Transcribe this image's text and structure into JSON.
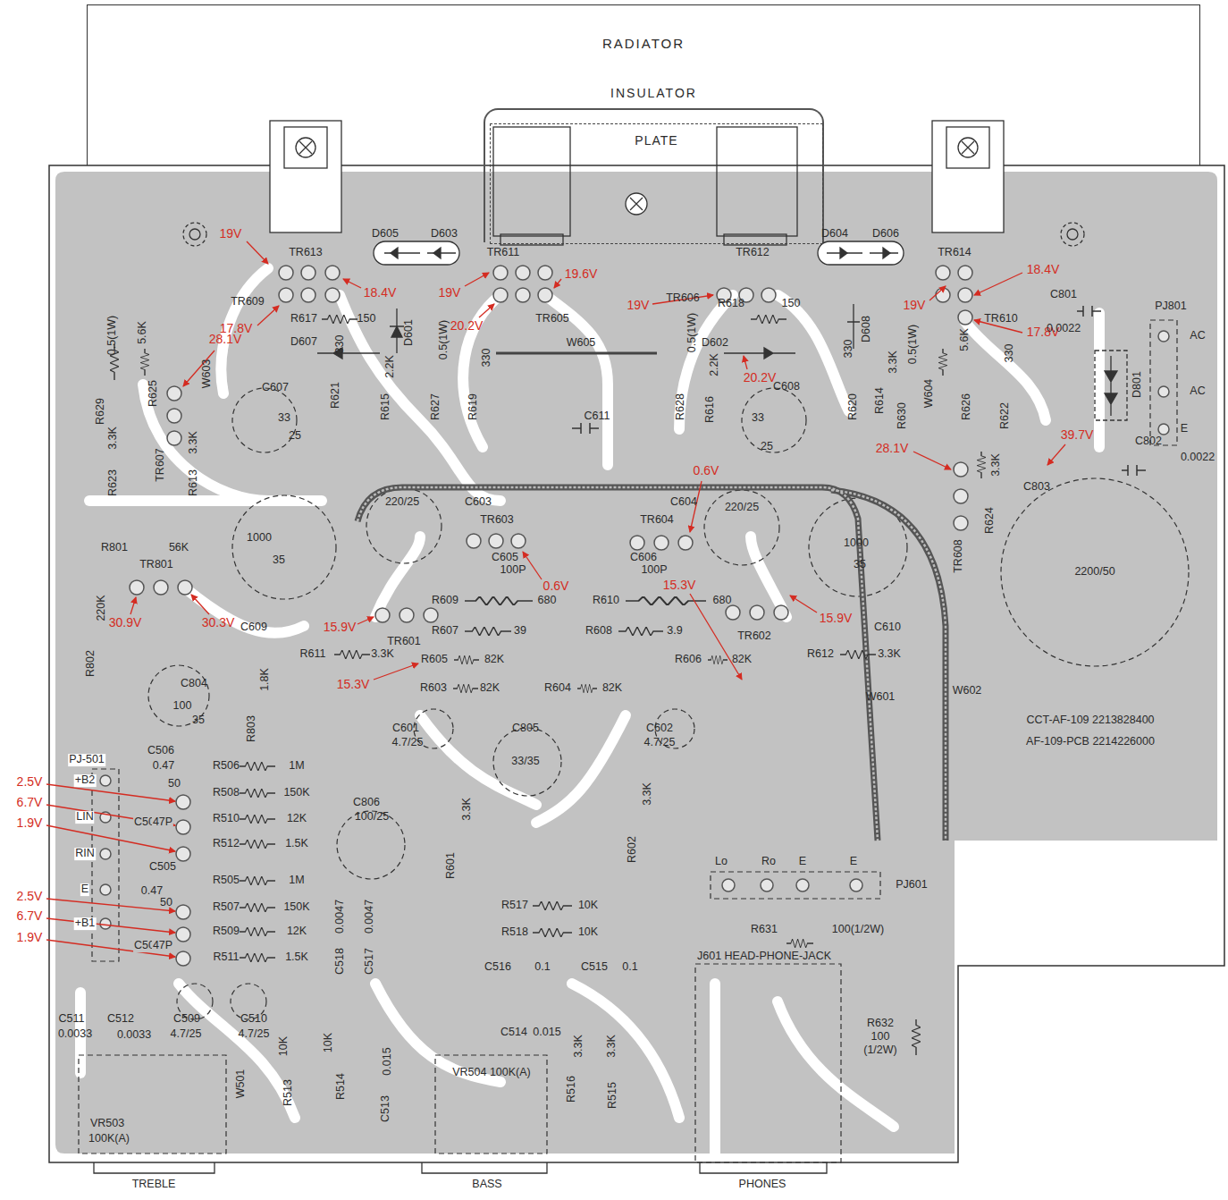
{
  "diagram": {
    "nodes": [
      {
        "text": [
          "RADIATOR"
        ]
      },
      {
        "text": [
          "INSULATOR"
        ],
        "in": 0
      },
      {
        "text": [
          "PLATE"
        ],
        "in": 1
      }
    ],
    "labels": [
      "D605",
      "D603",
      "TR613",
      "TR611",
      "TR612",
      "D604",
      "D606",
      "TR614",
      "19V",
      "18.4V",
      "TR609",
      "17.8V",
      "19V",
      "19.6V",
      "20.2V",
      "TR605",
      "19V",
      "TR606",
      "R618",
      "150",
      "R617",
      "150",
      "D601",
      "D607",
      "W605",
      "D608",
      "D602",
      "20.2V",
      "18.4V",
      "19V",
      "TR610",
      "17.8V",
      "C801",
      "0.0022",
      "PJ801",
      "AC",
      "AC",
      "E",
      "D801",
      "0.5(1W)",
      "5.6K",
      "R625",
      "W603",
      "28.1V",
      "C607",
      "33",
      "25",
      "330",
      "R621",
      "2.2K",
      "R615",
      "0.5(1W)",
      "R627",
      "330",
      "R619",
      "C611",
      "R629",
      "3.3K",
      "R623",
      "TR607",
      "3.3K",
      "R613",
      "0.5(1W)",
      "R628",
      "2.2K",
      "R616",
      "C608",
      "33",
      "25",
      "330",
      "R620",
      "3.3K",
      "R614",
      "0.5(1W)",
      "R630",
      "W604",
      "5.6K",
      "R626",
      "330",
      "R622",
      "39.7V",
      "C802",
      "0.0022",
      "28.1V",
      "3.3K",
      "R624",
      "TR608",
      "C803",
      "2200/50",
      "0.6V",
      "1000",
      "35",
      "220/25",
      "C603",
      "TR603",
      "C604",
      "TR604",
      "220/25",
      "1000",
      "35",
      "C605",
      "100P",
      "C606",
      "100P",
      "0.6V",
      "15.3V",
      "R609",
      "680",
      "R610",
      "680",
      "R607",
      "39",
      "R608",
      "3.9",
      "15.9V",
      "TR601",
      "TR602",
      "15.9V",
      "C610",
      "R611",
      "3.3K",
      "R612",
      "3.3K",
      "R606",
      "82K",
      "R605",
      "82K",
      "15.3V",
      "R603",
      "82K",
      "R604",
      "82K",
      "C601",
      "4.7/25",
      "C805",
      "33/35",
      "C602",
      "4.7/25",
      "R801",
      "56K",
      "TR801",
      "220K",
      "R802",
      "30.9V",
      "30.3V",
      "C609",
      "C804",
      "100",
      "35",
      "1.8K",
      "R803",
      "W601",
      "W602",
      "CCT-AF-109 2213828400",
      "AF-109-PCB 2214226000",
      "PJ-501",
      "+B2",
      "LIN",
      "RIN",
      "E",
      "+B1",
      "C506",
      "0.47",
      "50",
      "R506",
      "1M",
      "R508",
      "150K",
      "C508",
      "47P",
      "R510",
      "12K",
      "R512",
      "1.5K",
      "C505",
      "0.47",
      "50",
      "R505",
      "1M",
      "R507",
      "150K",
      "R509",
      "12K",
      "C507",
      "47P",
      "R511",
      "1.5K",
      "C806",
      "100/25",
      "C518",
      "0.0047",
      "C517",
      "0.0047",
      "2.5V",
      "6.7V",
      "1.9V",
      "2.5V",
      "6.7V",
      "1.9V",
      "R601",
      "3.3K",
      "R602",
      "3.3K",
      "R517",
      "10K",
      "R518",
      "10K",
      "C516",
      "0.1",
      "C515",
      "0.1",
      "C514",
      "0.015",
      "C511",
      "0.0033",
      "C512",
      "0.0033",
      "C509",
      "4.7/25",
      "C510",
      "4.7/25",
      "10K",
      "R513",
      "10K",
      "R514",
      "W501",
      "C513",
      "0.015",
      "VR503",
      "100K(A)",
      "VR504 100K(A)",
      "3.3K",
      "R516",
      "3.3K",
      "R515",
      "Lo",
      "Ro",
      "E",
      "E",
      "PJ601",
      "R631",
      "100(1/2W)",
      "J601 HEAD-PHONE-JACK",
      "R632",
      "100",
      "(1/2W)",
      "TREBLE",
      "BASS",
      "PHONES"
    ]
  }
}
